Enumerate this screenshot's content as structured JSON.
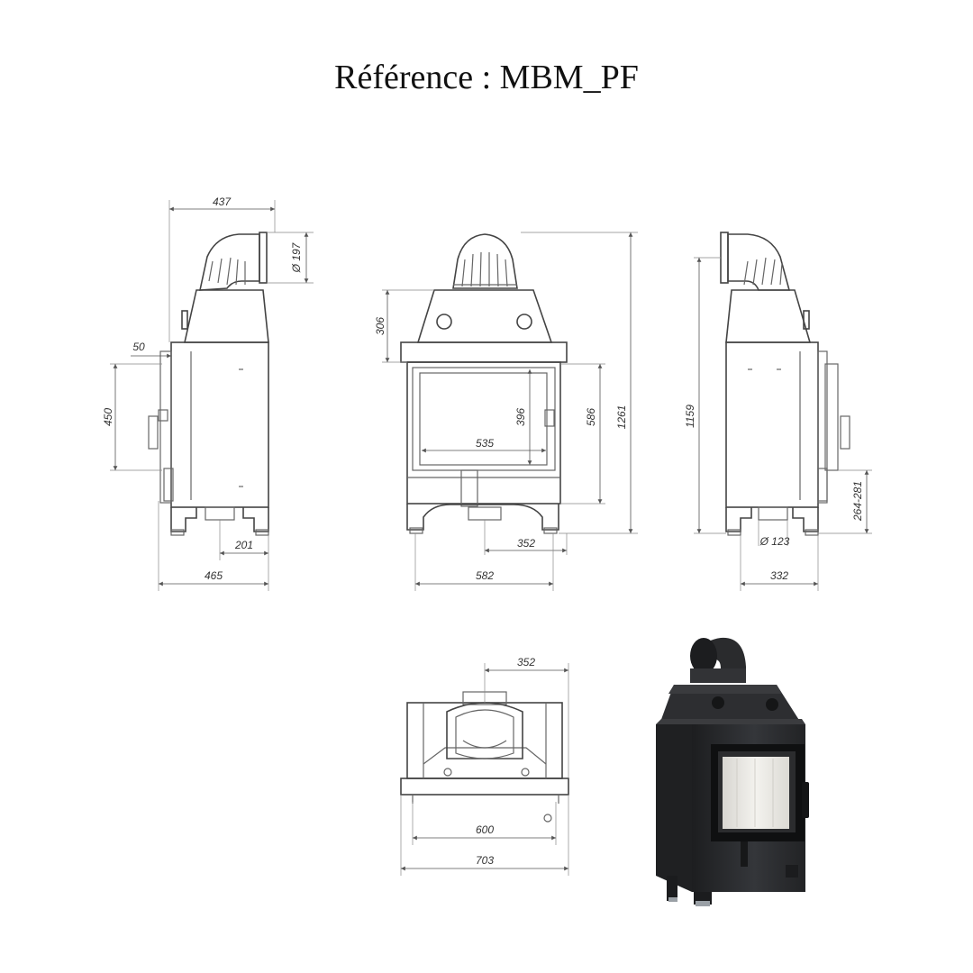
{
  "title": "Référence : MBM_PF",
  "dimensions": {
    "side_left": {
      "top_width": "437",
      "flue_diameter": "Ø 197",
      "handle_offset": "50",
      "door_height": "450",
      "flue_offset": "201",
      "depth": "465"
    },
    "front": {
      "hood_height": "306",
      "glass_height": "396",
      "glass_width": "535",
      "opening_height": "586",
      "total_height": "1261",
      "flue_offset": "352",
      "width": "582"
    },
    "side_right": {
      "height": "1159",
      "air_inlet_height": "264-281",
      "air_inlet_diameter": "Ø 123",
      "depth": "332"
    },
    "top": {
      "flue_offset": "352",
      "inner_width": "600",
      "outer_width": "703"
    }
  },
  "photo": {
    "colors": {
      "body": "#2e2f31",
      "glass": "#e9e7e2"
    }
  }
}
